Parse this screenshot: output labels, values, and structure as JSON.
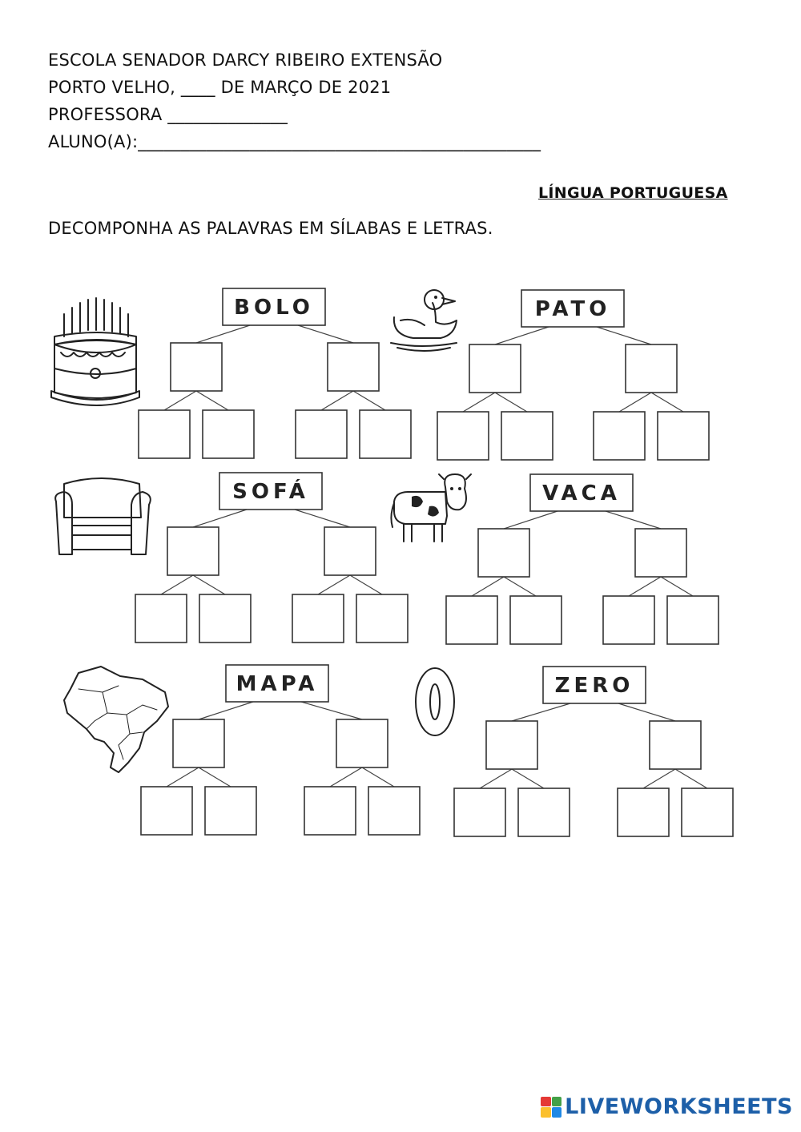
{
  "header": {
    "school": "ESCOLA SENADOR DARCY RIBEIRO EXTENSÃO",
    "city_date": "PORTO VELHO, ____ DE MARÇO DE 2021",
    "teacher": "PROFESSORA ______________",
    "student": "ALUNO(A):_______________________________________________"
  },
  "subject": "LÍNGUA PORTUGUESA",
  "instruction": "DECOMPONHA AS PALAVRAS EM SÍLABAS E LETRAS.",
  "words": [
    {
      "label": "BOLO",
      "picture": "cake-icon"
    },
    {
      "label": "PATO",
      "picture": "duck-icon"
    },
    {
      "label": "SOFÁ",
      "picture": "sofa-icon"
    },
    {
      "label": "VACA",
      "picture": "cow-icon"
    },
    {
      "label": "MAPA",
      "picture": "brazil-map-icon"
    },
    {
      "label": "ZERO",
      "picture": "zero-icon"
    }
  ],
  "footer": {
    "brand": "LIVEWORKSHEETS",
    "colors": {
      "brand": "#1d5fa8",
      "mark": [
        "#e53935",
        "#43a047",
        "#fbc02d",
        "#1e88e5"
      ]
    }
  }
}
